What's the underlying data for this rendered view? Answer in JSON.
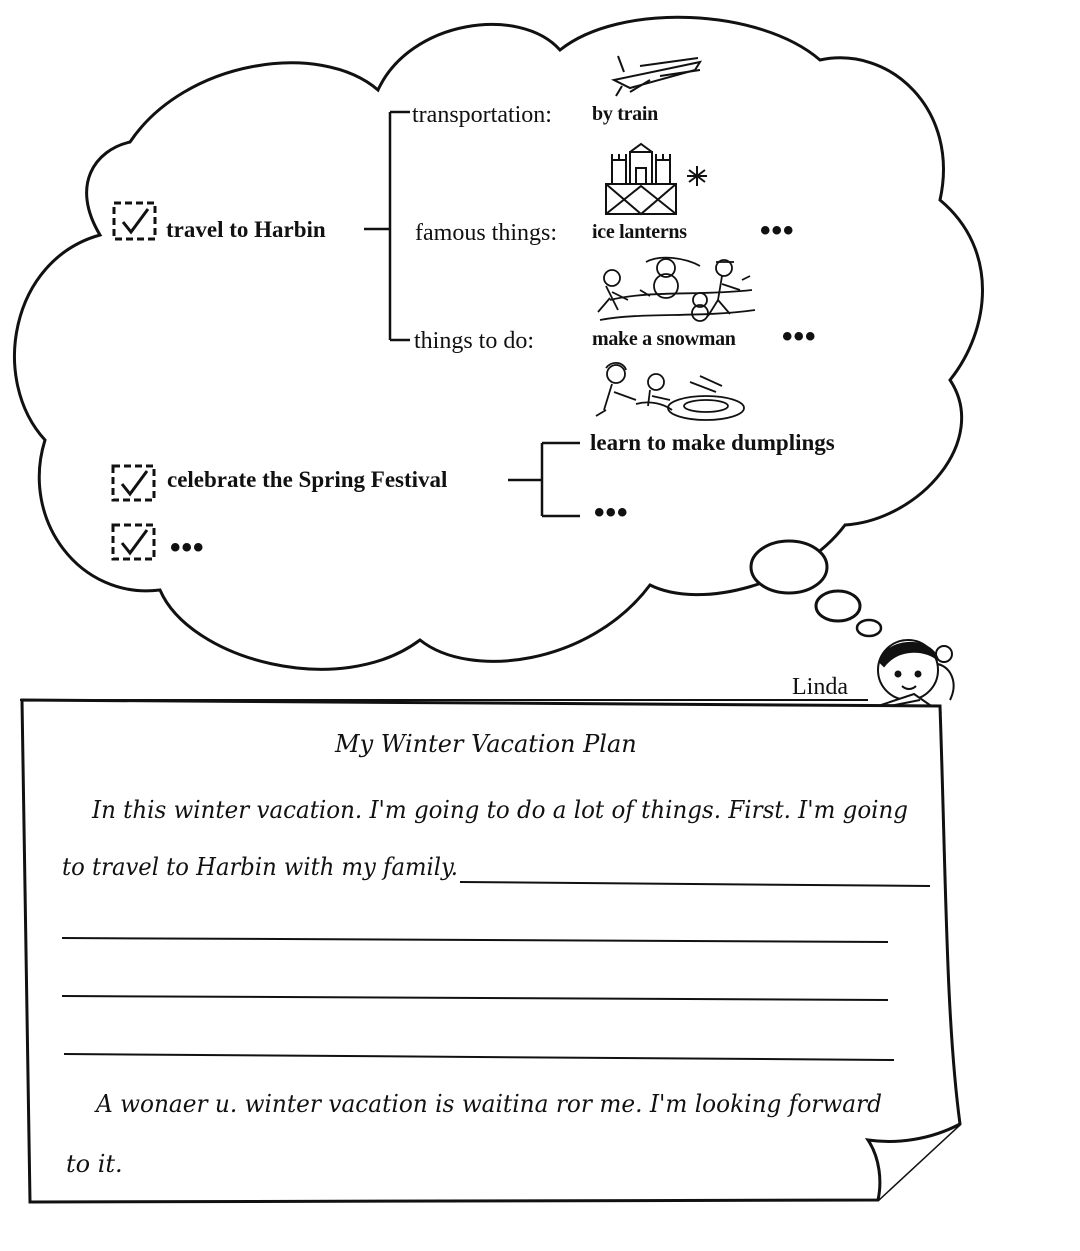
{
  "thought_bubble": {
    "items": [
      {
        "label": "travel to Harbin",
        "branches": [
          {
            "key": "transportation:",
            "value": "by train",
            "icon": "train-icon"
          },
          {
            "key": "famous things:",
            "value": "ice lanterns",
            "icon": "ice-lantern-castle-icon",
            "more": "•••"
          },
          {
            "key": "things to do:",
            "value": "make a snowman",
            "icon": "children-snowman-icon",
            "more": "•••"
          }
        ]
      },
      {
        "label": "celebrate the Spring Festival",
        "branches": [
          {
            "value": "learn to make dumplings",
            "icon": "family-dumplings-icon"
          },
          {
            "value": "•••"
          }
        ]
      },
      {
        "label": "•••"
      }
    ]
  },
  "character": {
    "name": "Linda",
    "icon": "girl-reading-icon"
  },
  "note": {
    "title": "My Winter Vacation Plan",
    "line1": "In this winter vacation. I'm going to do a lot of things. First. I'm going",
    "line2": "to travel to Harbin with my family.",
    "closing_line1": "A wonaer  u. winter vacation is waitina ror me. I'm looking forward",
    "closing_line2": "to it."
  }
}
